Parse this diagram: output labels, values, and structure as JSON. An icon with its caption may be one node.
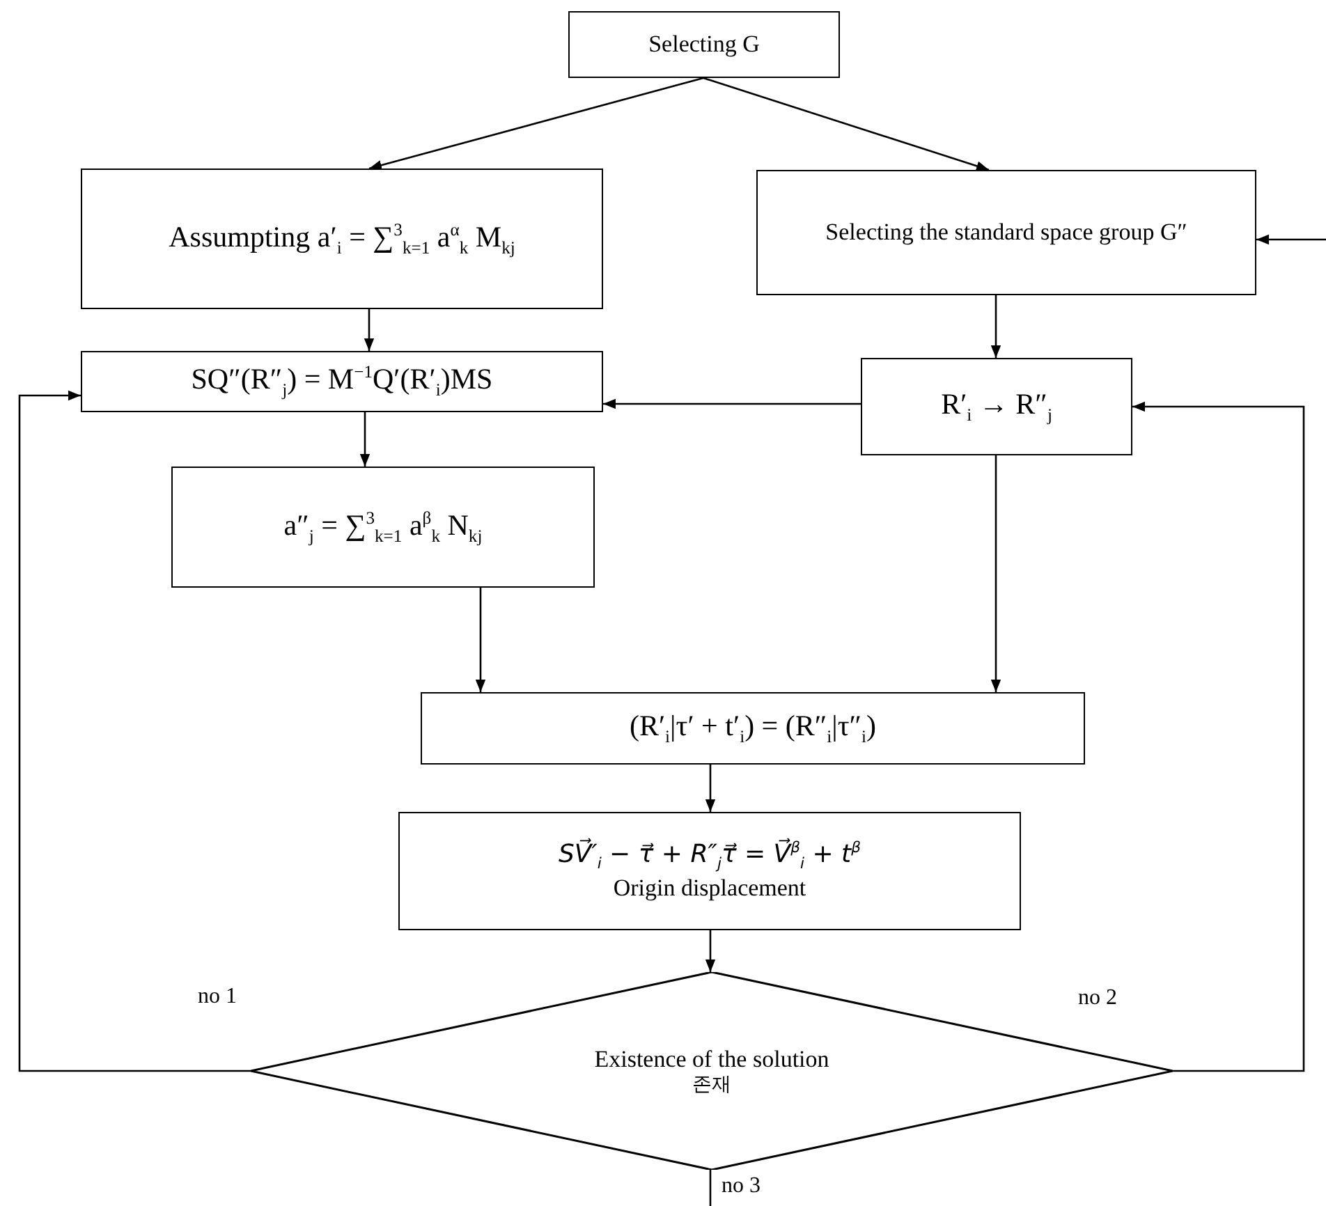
{
  "diagram": {
    "nodes": [
      {
        "text": [
          "Selecting G"
        ]
      },
      {
        "text": [
          "Assumpting a′$_{i}$ = ∑$^{3}$$_{k=1}$ a$^{α}$$_{k}$ M$_{kj}$"
        ]
      },
      {
        "text": [
          "Selecting the standard space group G″"
        ]
      },
      {
        "text": [
          "SQ″(R″$_{j}$) = M$^{−1}$Q′(R′$_{i}$)MS"
        ]
      },
      {
        "text": [
          "R′$_{i}$ → R″$_{j}$"
        ]
      },
      {
        "text": [
          "a″$_{j}$ = ∑$^{3}$$_{k=1}$ a$^{β}$$_{k}$ N$_{kj}$"
        ]
      },
      {
        "text": [
          "(R′$_{i}$|τ′ + t′$_{i}$) = (R″$_{i}$|τ″$_{i}$)"
        ]
      },
      {
        "text": [
          "SV⃗′$_{i}$ − τ⃗ + R″$_{j}$τ⃗ = V⃗$^{β}$$_{i}$ + t$^{β}$",
          "Origin displacement"
        ]
      },
      {
        "text": [
          "Existence of the solution",
          "존재"
        ]
      }
    ],
    "edges": [
      {
        "from": 0,
        "to": 1,
        "arrow": "to"
      },
      {
        "from": 0,
        "to": 2,
        "arrow": "to"
      },
      {
        "from": 1,
        "to": 3,
        "arrow": "to"
      },
      {
        "from": 2,
        "to": 4,
        "arrow": "to"
      },
      {
        "from": 4,
        "to": 3,
        "arrow": "to"
      },
      {
        "from": 3,
        "to": 5,
        "arrow": "to"
      },
      {
        "from": 4,
        "to": 6,
        "arrow": "to"
      },
      {
        "from": 5,
        "to": 6,
        "arrow": "to"
      },
      {
        "from": 6,
        "to": 7,
        "arrow": "to"
      },
      {
        "from": 7,
        "to": 8,
        "arrow": "to"
      },
      {
        "from": 8,
        "to": 3,
        "arrow": "to",
        "label": "no 1"
      },
      {
        "from": 8,
        "to": 4,
        "arrow": "to",
        "label": "no 2"
      },
      {
        "from": 8,
        "to": null,
        "arrow": "none",
        "label": "no 3"
      },
      {
        "from": null,
        "to": 2,
        "arrow": "to"
      }
    ]
  }
}
